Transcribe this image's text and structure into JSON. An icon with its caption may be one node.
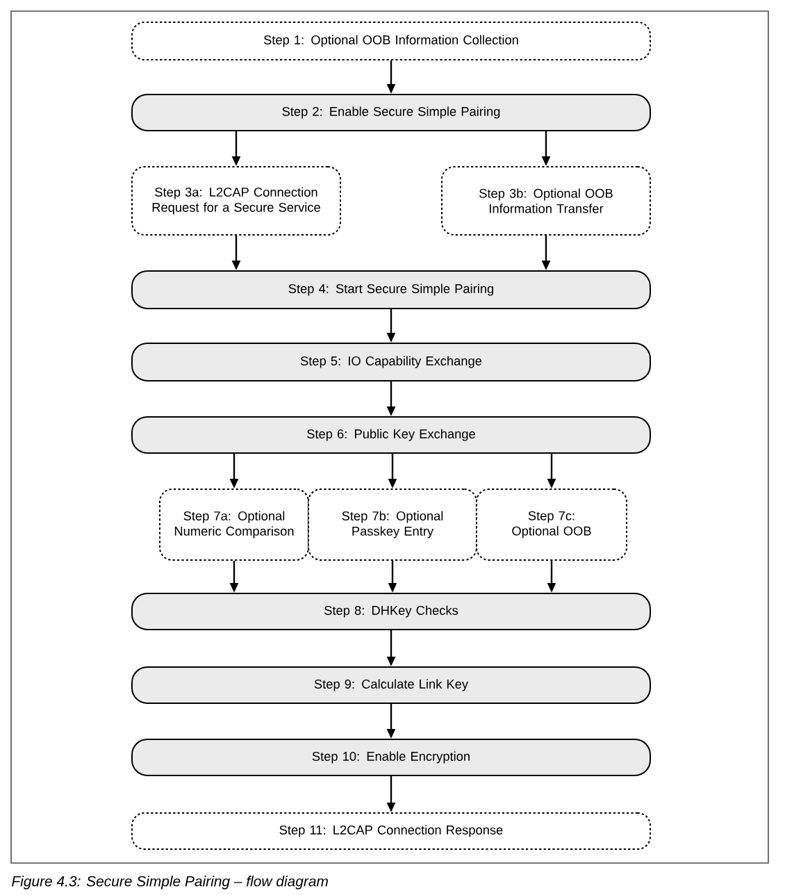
{
  "diagram": {
    "caption": "Figure 4.3:  Secure Simple Pairing – flow diagram",
    "nodes": [
      {
        "text": [
          "Step 1:  Optional OOB Information Collection"
        ]
      },
      {
        "text": [
          "Step 2:  Enable Secure Simple Pairing"
        ]
      },
      {
        "text": [
          "Step 3a:  L2CAP Connection Request for a Secure Service"
        ]
      },
      {
        "text": [
          "Step 3b:  Optional OOB Information Transfer"
        ]
      },
      {
        "text": [
          "Step 4:  Start Secure Simple Pairing"
        ]
      },
      {
        "text": [
          "Step 5:  IO Capability Exchange"
        ]
      },
      {
        "text": [
          "Step 6:  Public Key Exchange"
        ]
      },
      {
        "text": [
          "Step 7a: Optional Numeric Comparison"
        ]
      },
      {
        "text": [
          "Step 7b: Optional Passkey Entry"
        ]
      },
      {
        "text": [
          "Step 7c: Optional OOB"
        ]
      },
      {
        "text": [
          "Step 8:  DHKey Checks"
        ]
      },
      {
        "text": [
          "Step 9:  Calculate Link Key"
        ]
      },
      {
        "text": [
          "Step 10:  Enable Encryption"
        ]
      },
      {
        "text": [
          "Step 11:  L2CAP Connection Response"
        ]
      }
    ],
    "edges": [
      {
        "from": 0,
        "to": 1,
        "arrow": "to"
      },
      {
        "from": 1,
        "to": 2,
        "arrow": "to"
      },
      {
        "from": 1,
        "to": 3,
        "arrow": "to"
      },
      {
        "from": 2,
        "to": 4,
        "arrow": "to"
      },
      {
        "from": 3,
        "to": 4,
        "arrow": "to"
      },
      {
        "from": 4,
        "to": 5,
        "arrow": "to"
      },
      {
        "from": 5,
        "to": 6,
        "arrow": "to"
      },
      {
        "from": 6,
        "to": 7,
        "arrow": "to"
      },
      {
        "from": 6,
        "to": 8,
        "arrow": "to"
      },
      {
        "from": 6,
        "to": 9,
        "arrow": "to"
      },
      {
        "from": 7,
        "to": 10,
        "arrow": "to"
      },
      {
        "from": 8,
        "to": 10,
        "arrow": "to"
      },
      {
        "from": 9,
        "to": 10,
        "arrow": "to"
      },
      {
        "from": 10,
        "to": 11,
        "arrow": "to"
      },
      {
        "from": 11,
        "to": 12,
        "arrow": "to"
      },
      {
        "from": 12,
        "to": 13,
        "arrow": "to"
      }
    ]
  }
}
